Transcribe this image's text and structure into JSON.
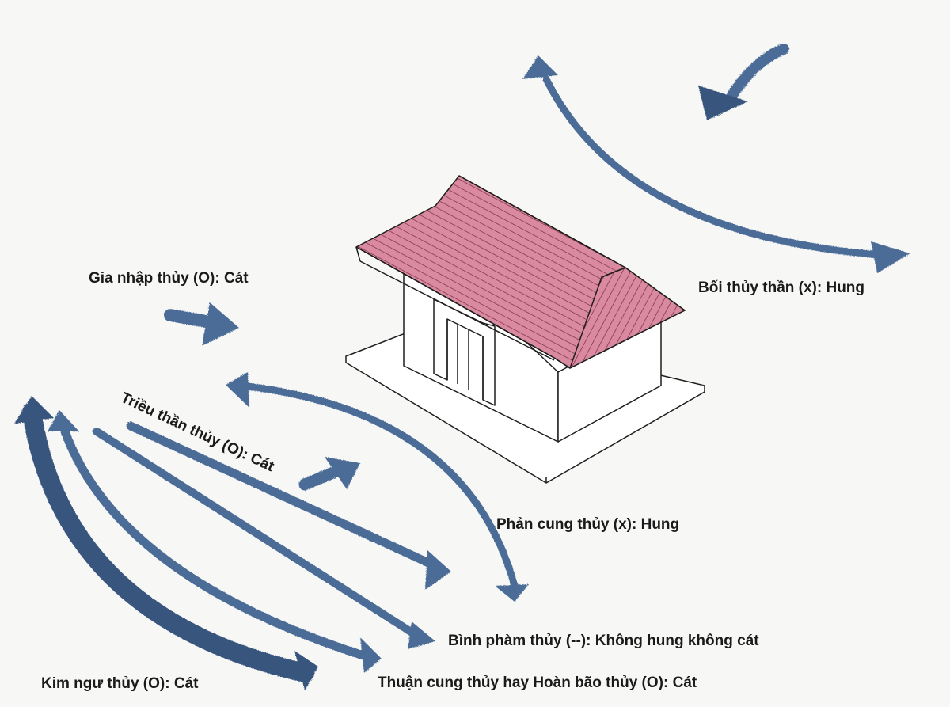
{
  "labels": {
    "gia_nhap": "Gia nhập thủy (O): Cát",
    "boi_thuy": "Bối thủy thần (x): Hung",
    "trieu_than": "Triều thần thủy (O): Cát",
    "phan_cung": "Phản cung thủy (x): Hung",
    "binh_pham": "Bình phàm thủy (--): Không hung không cát",
    "kim_ngu": "Kim ngư thủy (O): Cát",
    "thuan_cung": "Thuận cung thủy hay Hoàn bão thủy (O): Cát"
  },
  "colors": {
    "arrow": "#3f6291",
    "arrow_dark": "#2c4a74",
    "roof": "#d98aa0",
    "roof_hatch": "#7a2b40",
    "wall": "#ffffff",
    "outline": "#1e1e1e",
    "background": "#f7f7f5"
  }
}
